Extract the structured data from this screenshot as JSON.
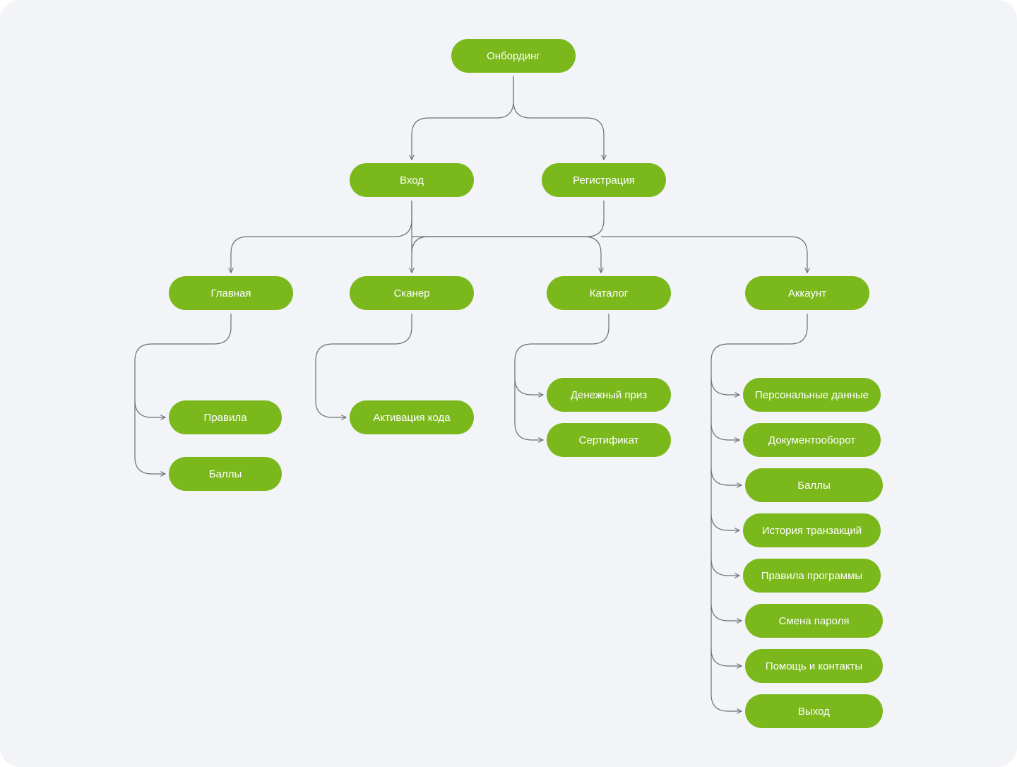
{
  "colors": {
    "background": "#f2f4f7",
    "node_fill": "#7ab81c",
    "node_text": "#ffffff",
    "connector": "#6b6f78"
  },
  "nodes": {
    "onboarding": "Онбординг",
    "login": "Вход",
    "registration": "Регистрация",
    "home": "Главная",
    "scanner": "Сканер",
    "catalog": "Каталог",
    "account": "Аккаунт",
    "home_rules": "Правила",
    "home_points": "Баллы",
    "code_activation": "Активация кода",
    "cash_prize": "Денежный приз",
    "certificate": "Сертификат",
    "personal_data": "Персональные данные",
    "document_flow": "Документооборот",
    "account_points": "Баллы",
    "transaction_history": "История транзакций",
    "program_rules": "Правила программы",
    "change_password": "Смена пароля",
    "help_contacts": "Помощь и контакты",
    "logout": "Выход"
  }
}
